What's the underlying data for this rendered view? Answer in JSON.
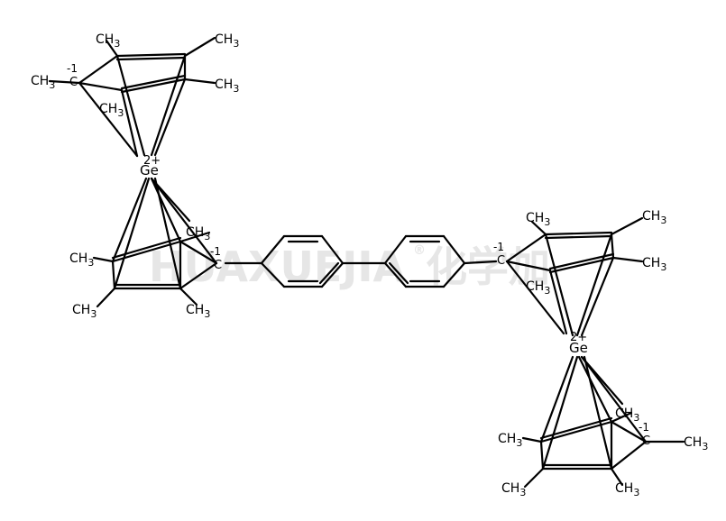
{
  "molecule": {
    "methyl_main": "CH",
    "methyl_sub": "3",
    "germanium": "Ge",
    "germanium_charge": "2+",
    "carbanion_charge": "-1",
    "carbanion_letter": "C"
  },
  "watermark": {
    "text": "HUAXUEJIA",
    "registered": "®",
    "cn": "化学加"
  },
  "colors": {
    "bond": "#000000",
    "watermark": "#e6e6e6"
  }
}
